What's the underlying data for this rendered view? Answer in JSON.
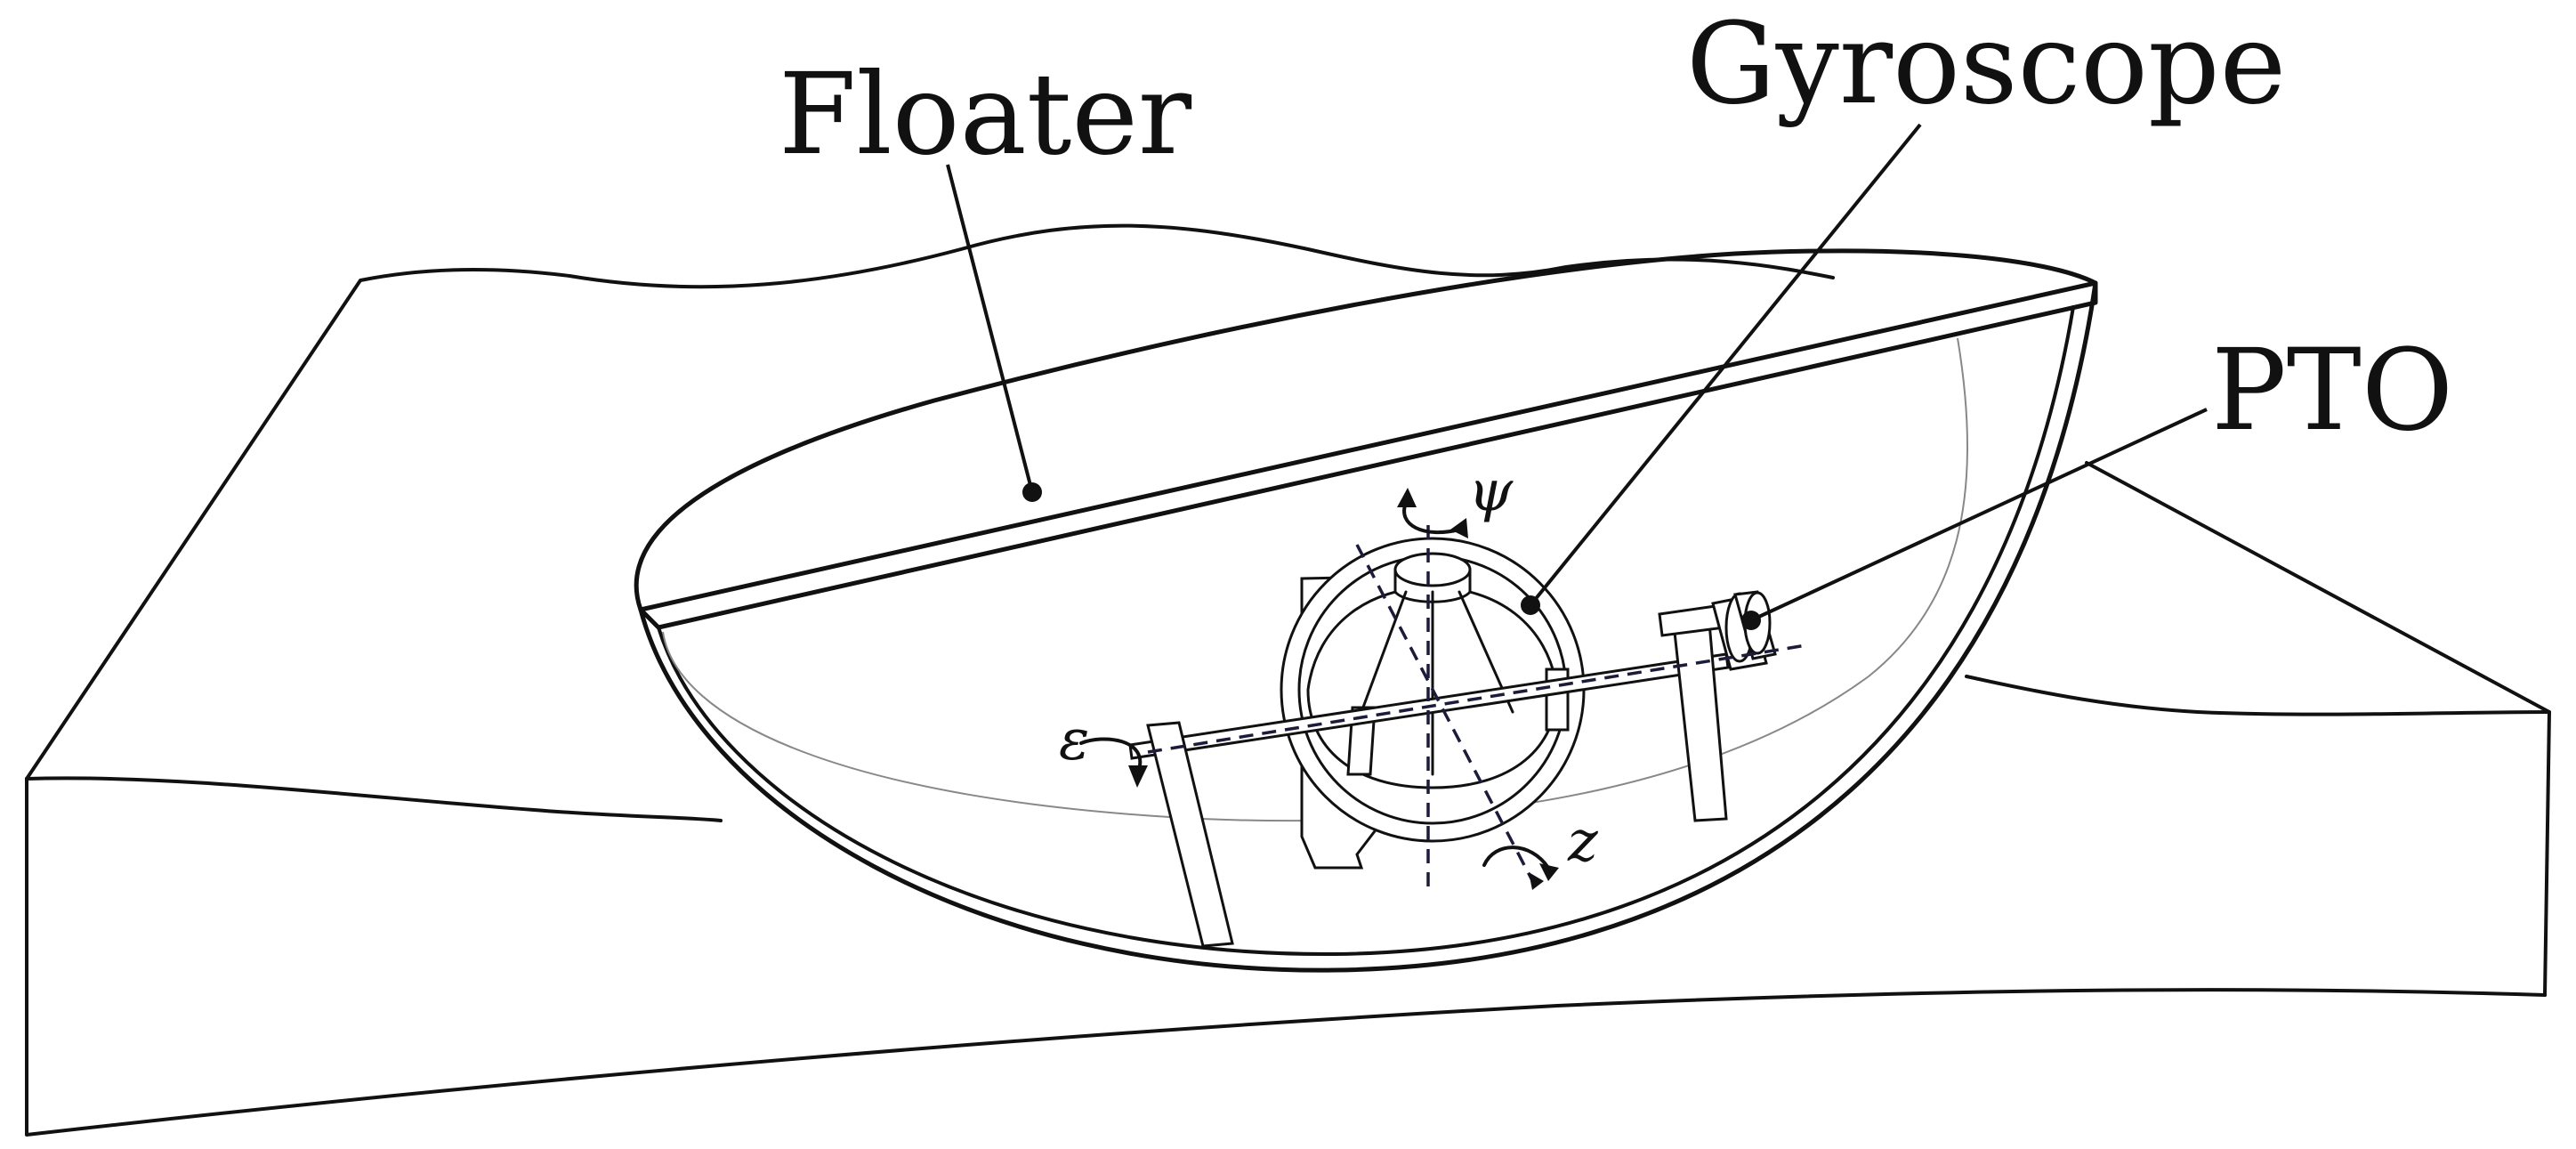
{
  "labels": {
    "floater": "Floater",
    "gyroscope": "Gyroscope",
    "pto": "PTO"
  },
  "symbols": {
    "psi": "ψ",
    "epsilon": "ε",
    "z": "z"
  },
  "colors": {
    "ink": "#111111",
    "axis": "#1c1c3a",
    "hidden_line": "#888888",
    "background": "#ffffff"
  }
}
